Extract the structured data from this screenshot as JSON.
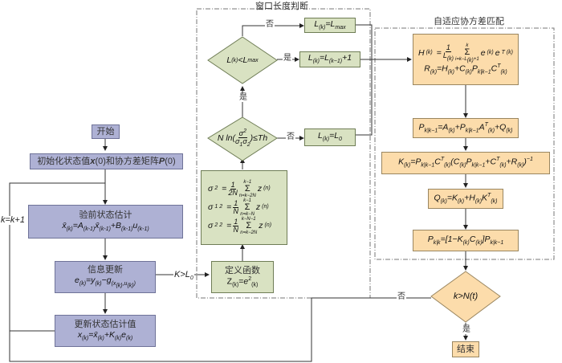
{
  "sections": {
    "window_length": "窗口长度判断",
    "adaptive_cov": "自适应协方差匹配"
  },
  "left": {
    "start": "开始",
    "init": {
      "text": "初始化状态值",
      "x0": "x",
      "x0arg": "(0)",
      "and": "和协方差矩阵",
      "p0": "P",
      "p0arg": "(0)"
    },
    "prior": {
      "title": "验前状态估计",
      "formula": "x̄(k)=A(k-1)x̄(k-1)+B(k-1)u(k-1)"
    },
    "innovation": {
      "title": "信息更新",
      "formula": "e(k)=y(k)−g(x(k),u(k))"
    },
    "update": {
      "title": "更新状态估计值",
      "formula": "x(k)=x̄(k)+K(k)e(k)"
    },
    "loop_label": "k=k+1",
    "branch_label": "K>L0"
  },
  "window": {
    "define": {
      "title": "定义函数",
      "formula": "Z(k)=e²(k)"
    },
    "sigma": {
      "line1": "σ² = 1/(2N) Σ_{n=k−2N}^{k−1} z(n)",
      "line2": "σ1² = 1/N Σ_{n=k−N}^{k−1} z(n)",
      "line3": "σ2² = 1/N Σ_{n=k−2N}^{k−N−1} z(n)"
    },
    "test": "N ln(σ²/(σ1σ2)) ≤ Th",
    "reset": "L(k)=L0",
    "check_max": "L(k)<Lmax",
    "increment": "L(k)=L(k−1)+1",
    "set_max": "L(k)=Lmax",
    "yes": "是",
    "no": "否"
  },
  "adaptive": {
    "hr": {
      "h": "H(k) = 1/L(k) Σ_{i=k−L(k)+1}^{k} e(k)e(k)ᵀ",
      "r": "R(k) = H(k)+C(k)P(k|k−1)C(k)ᵀ"
    },
    "predict_p": "P(k|k−1)=A(k)+P(k|k−1)A(k)ᵀ+Q(k)",
    "gain": "K(k)=P(k|k−1)C(k)ᵀ(C(k)P(k|k−1)+C(k)ᵀ+R(k))⁻¹",
    "q": "Q(k)=K(k)+H(k)K(k)ᵀ",
    "p_update": "P(k|k)=[1−K(k)C(k)]P(k|k−1)",
    "end_check": "k>N(t)",
    "yes": "是",
    "no": "否",
    "end": "结束"
  }
}
